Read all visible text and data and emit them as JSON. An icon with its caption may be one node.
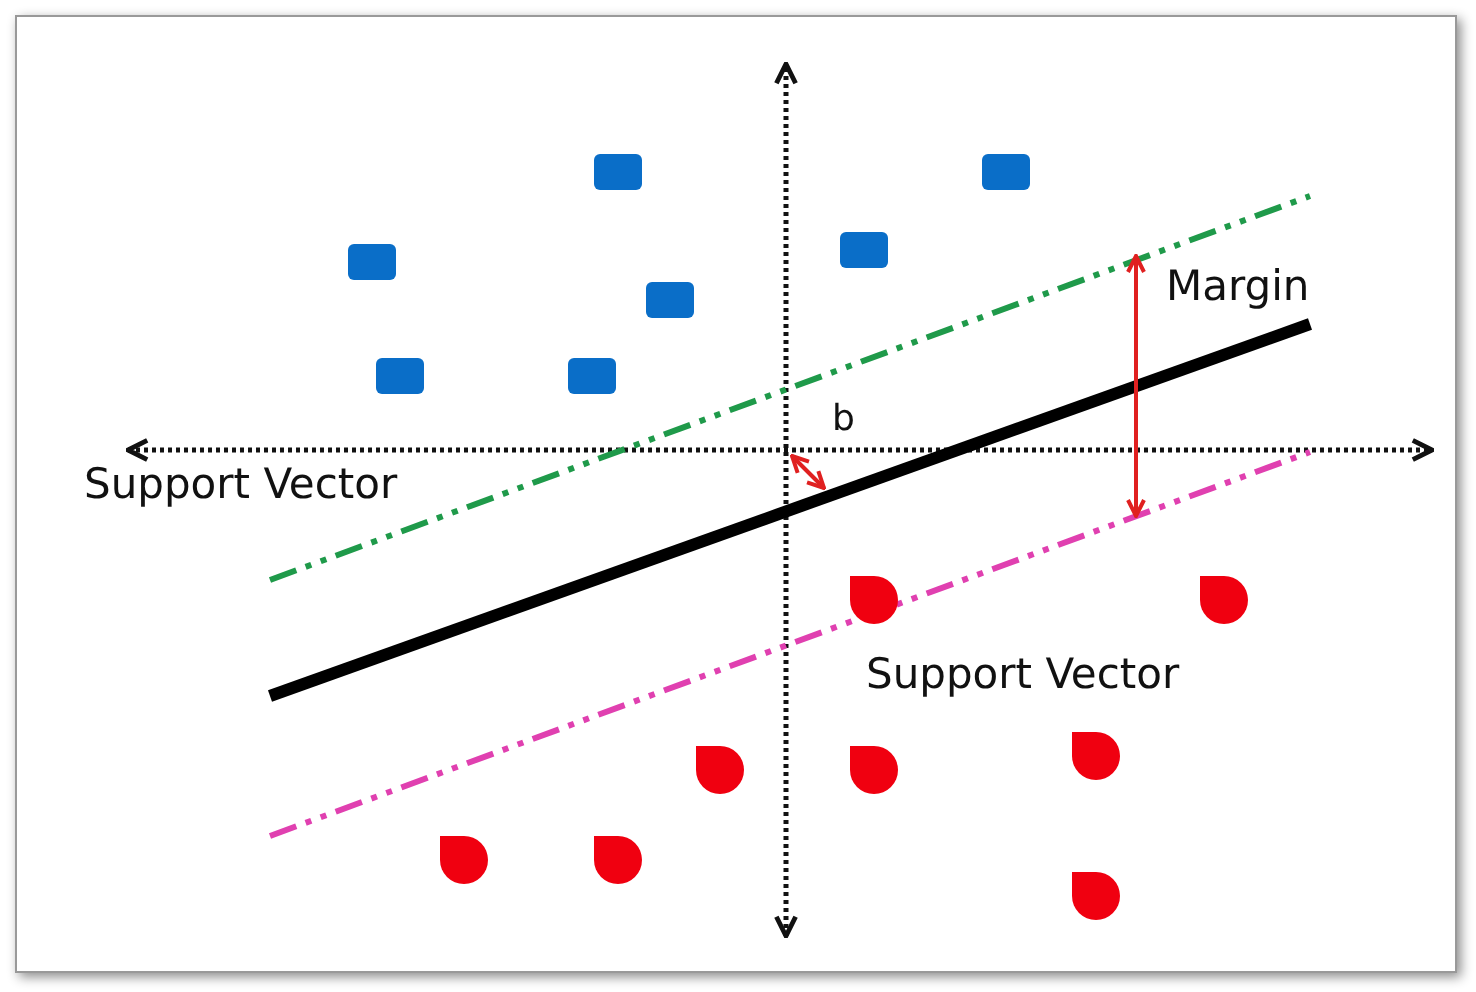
{
  "diagram": {
    "labels": [
      "Margin",
      "b",
      "Support Vector",
      "Support Vector"
    ]
  }
}
